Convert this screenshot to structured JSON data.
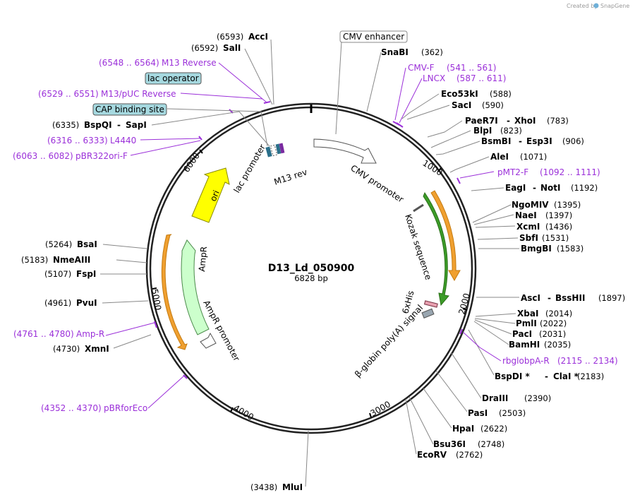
{
  "credit": {
    "prefix": "Created by",
    "brand": "SnapGene"
  },
  "plasmid": {
    "name": "D13_Ld_050900",
    "size": "6828 bp"
  },
  "ticks": [
    "1000",
    "2000",
    "3000",
    "4000",
    "5000",
    "6000"
  ],
  "boxed_labels": {
    "cmv_enhancer": "CMV enhancer",
    "lac_operator": "lac operator",
    "cap_site": "CAP binding site"
  },
  "enzymes": {
    "acci": {
      "pos": "(6593)",
      "name": "AccI"
    },
    "sali": {
      "pos": "(6592)",
      "name": "SalI"
    },
    "bspqi": {
      "pos": "(6335)",
      "name": "BspQI",
      "name2": "SapI"
    },
    "snabi": {
      "name": "SnaBI",
      "pos": "(362)"
    },
    "eco53ki": {
      "name": "Eco53kI",
      "pos": "(588)"
    },
    "saci": {
      "name": "SacI",
      "pos": "(590)"
    },
    "paer7i": {
      "name": "PaeR7I",
      "name2": "XhoI",
      "pos": "(783)"
    },
    "blpi": {
      "name": "BlpI",
      "pos": "(823)"
    },
    "bsmbi": {
      "name": "BsmBI",
      "name2": "Esp3I",
      "pos": "(906)"
    },
    "alei": {
      "name": "AleI",
      "pos": "(1071)"
    },
    "eagi": {
      "name": "EagI",
      "name2": "NotI",
      "pos": "(1192)"
    },
    "ngomiv": {
      "name": "NgoMIV",
      "pos": "(1395)"
    },
    "naei": {
      "name": "NaeI",
      "pos": "(1397)"
    },
    "xcmi": {
      "name": "XcmI",
      "pos": "(1436)"
    },
    "sbfi": {
      "name": "SbfI",
      "pos": "(1531)"
    },
    "bmgbi": {
      "name": "BmgBI",
      "pos": "(1583)"
    },
    "asci": {
      "name": "AscI",
      "name2": "BssHII",
      "pos": "(1897)"
    },
    "xbai": {
      "name": "XbaI",
      "pos": "(2014)"
    },
    "pmli": {
      "name": "PmlI",
      "pos": "(2022)"
    },
    "paci": {
      "name": "PacI",
      "pos": "(2031)"
    },
    "bamhi": {
      "name": "BamHI",
      "pos": "(2035)"
    },
    "bspdi": {
      "name": "BspDI *",
      "name2": "ClaI *",
      "pos": "(2183)"
    },
    "draiii": {
      "name": "DraIII",
      "pos": "(2390)"
    },
    "pasi": {
      "name": "PasI",
      "pos": "(2503)"
    },
    "hpai": {
      "name": "HpaI",
      "pos": "(2622)"
    },
    "bsu36i": {
      "name": "Bsu36I",
      "pos": "(2748)"
    },
    "ecorv": {
      "name": "EcoRV",
      "pos": "(2762)"
    },
    "mlui": {
      "pos": "(3438)",
      "name": "MluI"
    },
    "xmni": {
      "pos": "(4730)",
      "name": "XmnI"
    },
    "pvui": {
      "pos": "(4961)",
      "name": "PvuI"
    },
    "fspi": {
      "pos": "(5107)",
      "name": "FspI"
    },
    "nmeaiii": {
      "pos": "(5183)",
      "name": "NmeAIII"
    },
    "bsai": {
      "pos": "(5264)",
      "name": "BsaI"
    }
  },
  "primers": {
    "m13rev": {
      "pos": "(6548 .. 6564)",
      "name": "M13 Reverse"
    },
    "m13puc": {
      "pos": "(6529 .. 6551)",
      "name": "M13/pUC Reverse"
    },
    "l4440": {
      "pos": "(6316 .. 6333)",
      "name": "L4440"
    },
    "pbr322ori": {
      "pos": "(6063 .. 6082)",
      "name": "pBR322ori-F"
    },
    "cmvf": {
      "name": "CMV-F",
      "pos": "(541 .. 561)"
    },
    "lncx": {
      "name": "LNCX",
      "pos": "(587 .. 611)"
    },
    "pmt2f": {
      "name": "pMT2-F",
      "pos": "(1092 .. 1111)"
    },
    "rbglobpa": {
      "name": "rbglobpA-R",
      "pos": "(2115 .. 2134)"
    },
    "ampr": {
      "pos": "(4761 .. 4780)",
      "name": "Amp-R"
    },
    "pbrforeco": {
      "pos": "(4352 .. 4370)",
      "name": "pBRforEco"
    }
  },
  "features": {
    "cmv_promoter": "CMV promoter",
    "kozak": "Kozak sequence",
    "his": "6xHis",
    "polya": "β-globin poly(A) signal",
    "ori": "ori",
    "lac_promoter": "lac promoter",
    "m13_rev": "M13 rev",
    "ampr": "AmpR",
    "ampr_promoter": "AmpR promoter"
  },
  "colors": {
    "primer": "#9b30d9",
    "ori": "#ffff00",
    "ampr": "#ccffcc",
    "orange_feature": "#f0a030",
    "green_feature": "#3c9c28",
    "boxed_fill": "#a6d9e0"
  }
}
